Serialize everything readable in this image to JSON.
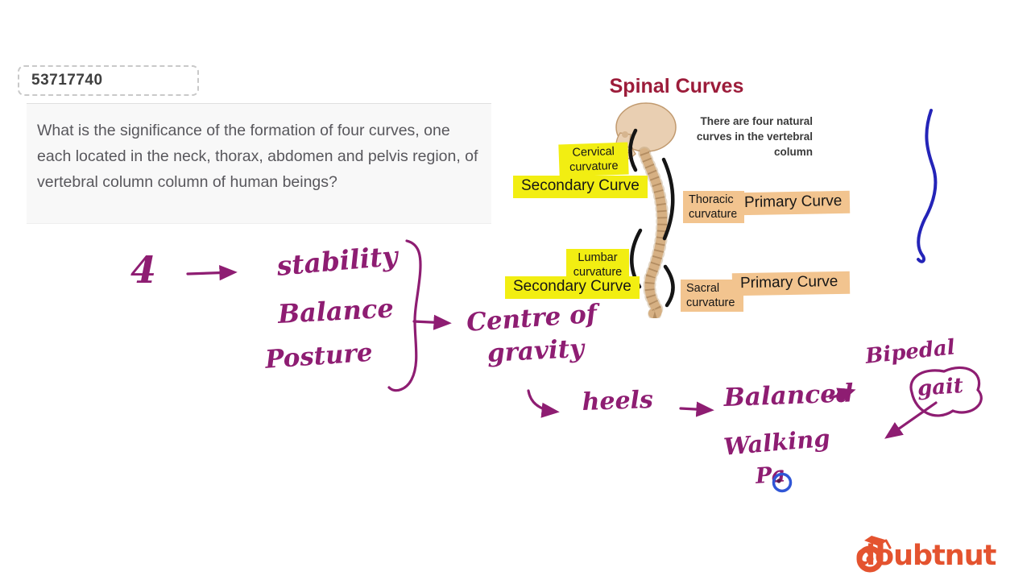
{
  "question": {
    "id": "53717740",
    "text": "What is the significance of the formation of four curves, one each located in the neck, thorax, abdomen and pelvis region, of vertebral column column of human beings?"
  },
  "diagram": {
    "title": "Spinal Curves",
    "intro_lines": [
      "There are four natural",
      "curves in the vertebral",
      "column"
    ],
    "labels": {
      "cervical": "Cervical curvature",
      "cervical_type": "Secondary Curve",
      "thoracic": "Thoracic curvature",
      "thoracic_type": "Primary Curve",
      "lumbar": "Lumbar curvature",
      "lumbar_type": "Secondary Curve",
      "sacral": "Sacral curvature",
      "sacral_type": "Primary Curve"
    },
    "colors": {
      "title": "#9c1c3a",
      "secondary_highlight": "#f2ee12",
      "primary_highlight": "#f2c48f"
    }
  },
  "handwriting": {
    "count": "4",
    "stability": "stability",
    "balance": "Balance",
    "posture": "Posture",
    "centre_of": "Centre of",
    "gravity": "gravity",
    "heels": "heels",
    "balanced": "Balanced",
    "walking": "Walking",
    "pa": "Pa",
    "bipedal": "Bipedal",
    "gait": "gait",
    "ink_color": "#8e1d72",
    "sketch_color": "#2424b8"
  },
  "footer": {
    "brand": "doubtnut",
    "brand_color": "#e4532f"
  }
}
